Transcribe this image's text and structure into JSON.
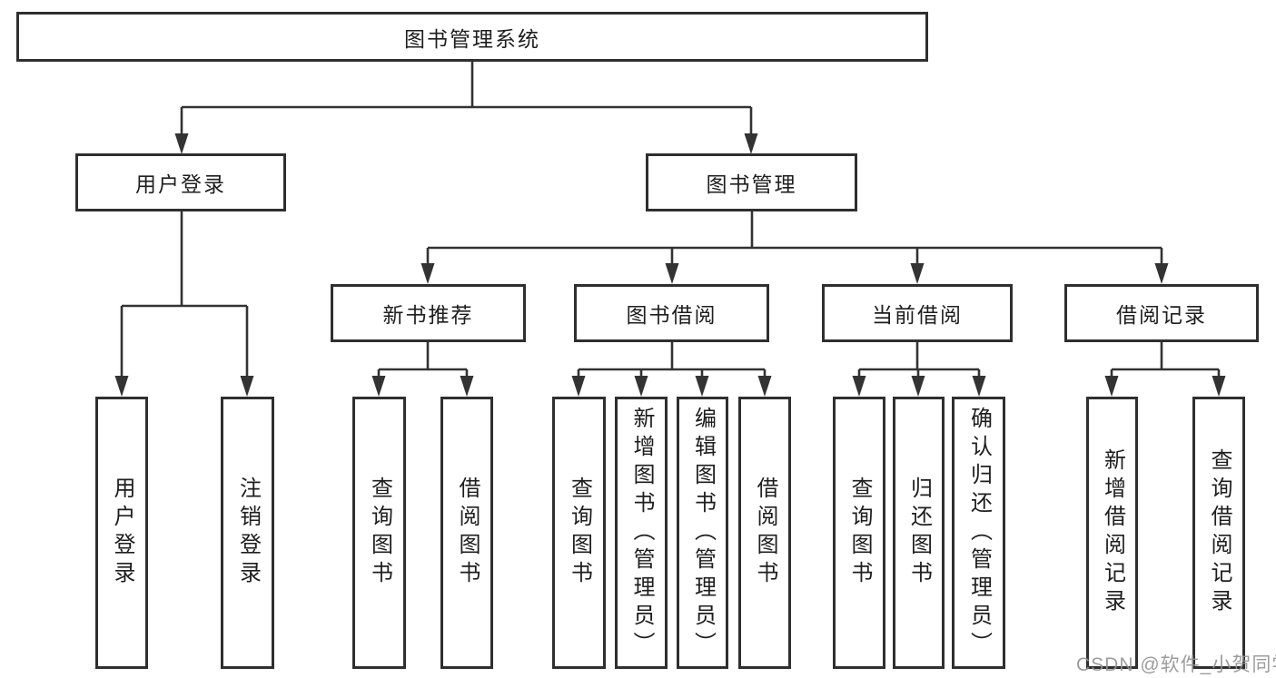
{
  "diagram": {
    "root": "图书管理系统",
    "user_login": {
      "label": "用户登录",
      "children": [
        "用户登录",
        "注销登录"
      ]
    },
    "book_management": {
      "label": "图书管理",
      "sections": [
        {
          "label": "新书推荐",
          "children": [
            "查询图书",
            "借阅图书"
          ]
        },
        {
          "label": "图书借阅",
          "children": [
            "查询图书",
            "新增图书（管理员）",
            "编辑图书（管理员）",
            "借阅图书"
          ]
        },
        {
          "label": "当前借阅",
          "children": [
            "查询图书",
            "归还图书",
            "确认归还（管理员）"
          ]
        },
        {
          "label": "借阅记录",
          "children": [
            "新增借阅记录",
            "查询借阅记录"
          ]
        }
      ]
    }
  },
  "watermark": "CSDN @软件_小贺同学",
  "colors": {
    "line": "#333333",
    "box_border": "#2f2f2f",
    "text": "#1e1e1e",
    "watermark": "#919191",
    "background": "#ffffff"
  }
}
